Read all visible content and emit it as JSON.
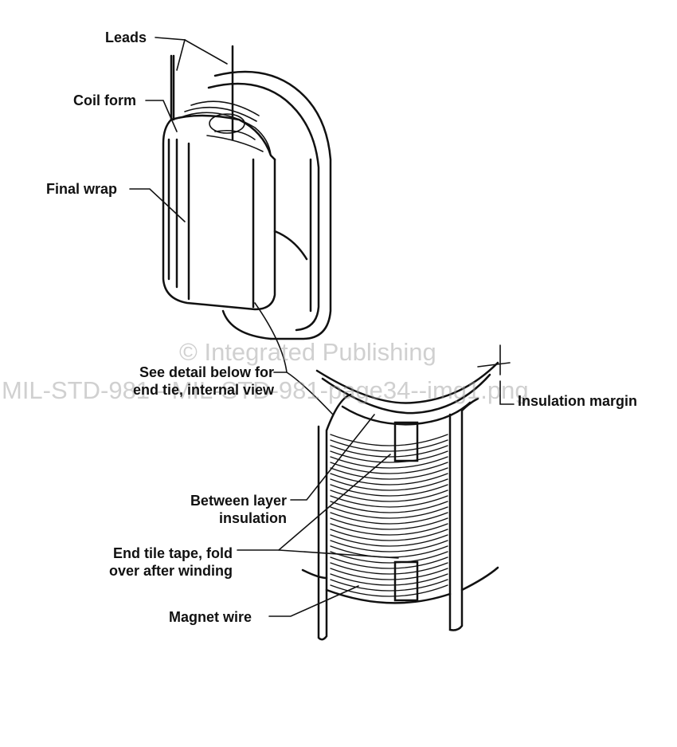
{
  "labels": {
    "leads": "Leads",
    "coil_form": "Coil form",
    "final_wrap": "Final wrap",
    "see_detail_1": "See detail below for",
    "see_detail_2": "end tie, internal view",
    "insulation_margin": "Insulation margin",
    "between_layer_1": "Between layer",
    "between_layer_2": "insulation",
    "end_tile_1": "End tile tape, fold",
    "end_tile_2": "over after winding",
    "magnet_wire": "Magnet wire"
  },
  "watermark": {
    "line1": "© Integrated Publishing",
    "line2": "MIL-STD-981 - MIL-STD-981-page34--img1.png"
  }
}
